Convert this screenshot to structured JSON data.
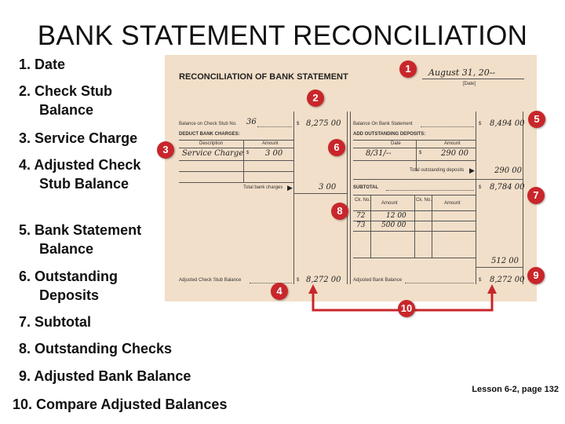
{
  "title": "BANK STATEMENT RECONCILIATION",
  "steps": [
    {
      "num": "1.",
      "line1": "Date",
      "line2": ""
    },
    {
      "num": "2.",
      "line1": "Check Stub",
      "line2": "Balance"
    },
    {
      "num": "3.",
      "line1": "Service Charge",
      "line2": ""
    },
    {
      "num": "4.",
      "line1": "Adjusted Check",
      "line2": "Stub Balance"
    },
    {
      "num": "5.",
      "line1": "Bank Statement",
      "line2": "Balance"
    },
    {
      "num": "6.",
      "line1": "Outstanding",
      "line2": "Deposits"
    },
    {
      "num": "7.",
      "line1": "Subtotal",
      "line2": ""
    },
    {
      "num": "8.",
      "line1": "Outstanding Checks",
      "line2": ""
    },
    {
      "num": "9.",
      "line1": "Adjusted Bank Balance",
      "line2": ""
    },
    {
      "num": "10.",
      "line1": "Compare Adjusted Balances",
      "line2": ""
    }
  ],
  "form": {
    "heading": "RECONCILIATION OF BANK STATEMENT",
    "date_value": "August 31, 20--",
    "date_label": "[Date]",
    "balance_on_check_stub": "Balance on Check Stub No.",
    "stub_no": "36",
    "stub_balance": "8,275 00",
    "deduct_bank_charges": "DEDUCT BANK CHARGES:",
    "description": "Description",
    "amount": "Amount",
    "charge_desc": "Service Charge",
    "charge_amount": "3 00",
    "total_bank_charges": "Total bank charges",
    "total_charges_value": "3 00",
    "adjusted_check_stub_balance": "Adjusted Check Stub Balance",
    "adjusted_stub_value": "8,272 00",
    "balance_on_bank_statement": "Balance On Bank Statement",
    "bank_balance_value": "8,494 00",
    "add_outstanding_deposits": "ADD OUTSTANDING DEPOSITS:",
    "date_col": "Date",
    "deposit_date": "8/31/--",
    "deposit_amount": "290 00",
    "total_outstanding_deposits": "Total outstanding deposits",
    "total_deposits_value": "290 00",
    "subtotal": "SUBTOTAL",
    "subtotal_value": "8,784 00",
    "ck_no": "Ck. No.",
    "checks": [
      {
        "no": "72",
        "amount": "12 00"
      },
      {
        "no": "73",
        "amount": "500 00"
      }
    ],
    "total_checks_value": "512 00",
    "adjusted_bank_balance": "Adjusted Bank Balance",
    "adjusted_bank_value": "8,272 00",
    "dollar": "$"
  },
  "badges": [
    "1",
    "2",
    "3",
    "4",
    "5",
    "6",
    "7",
    "8",
    "9",
    "10"
  ],
  "footer": "Lesson 6-2, page 132",
  "colors": {
    "badge": "#c8262b",
    "form_bg": "#f2dfc9",
    "arrow": "#c8262b"
  }
}
